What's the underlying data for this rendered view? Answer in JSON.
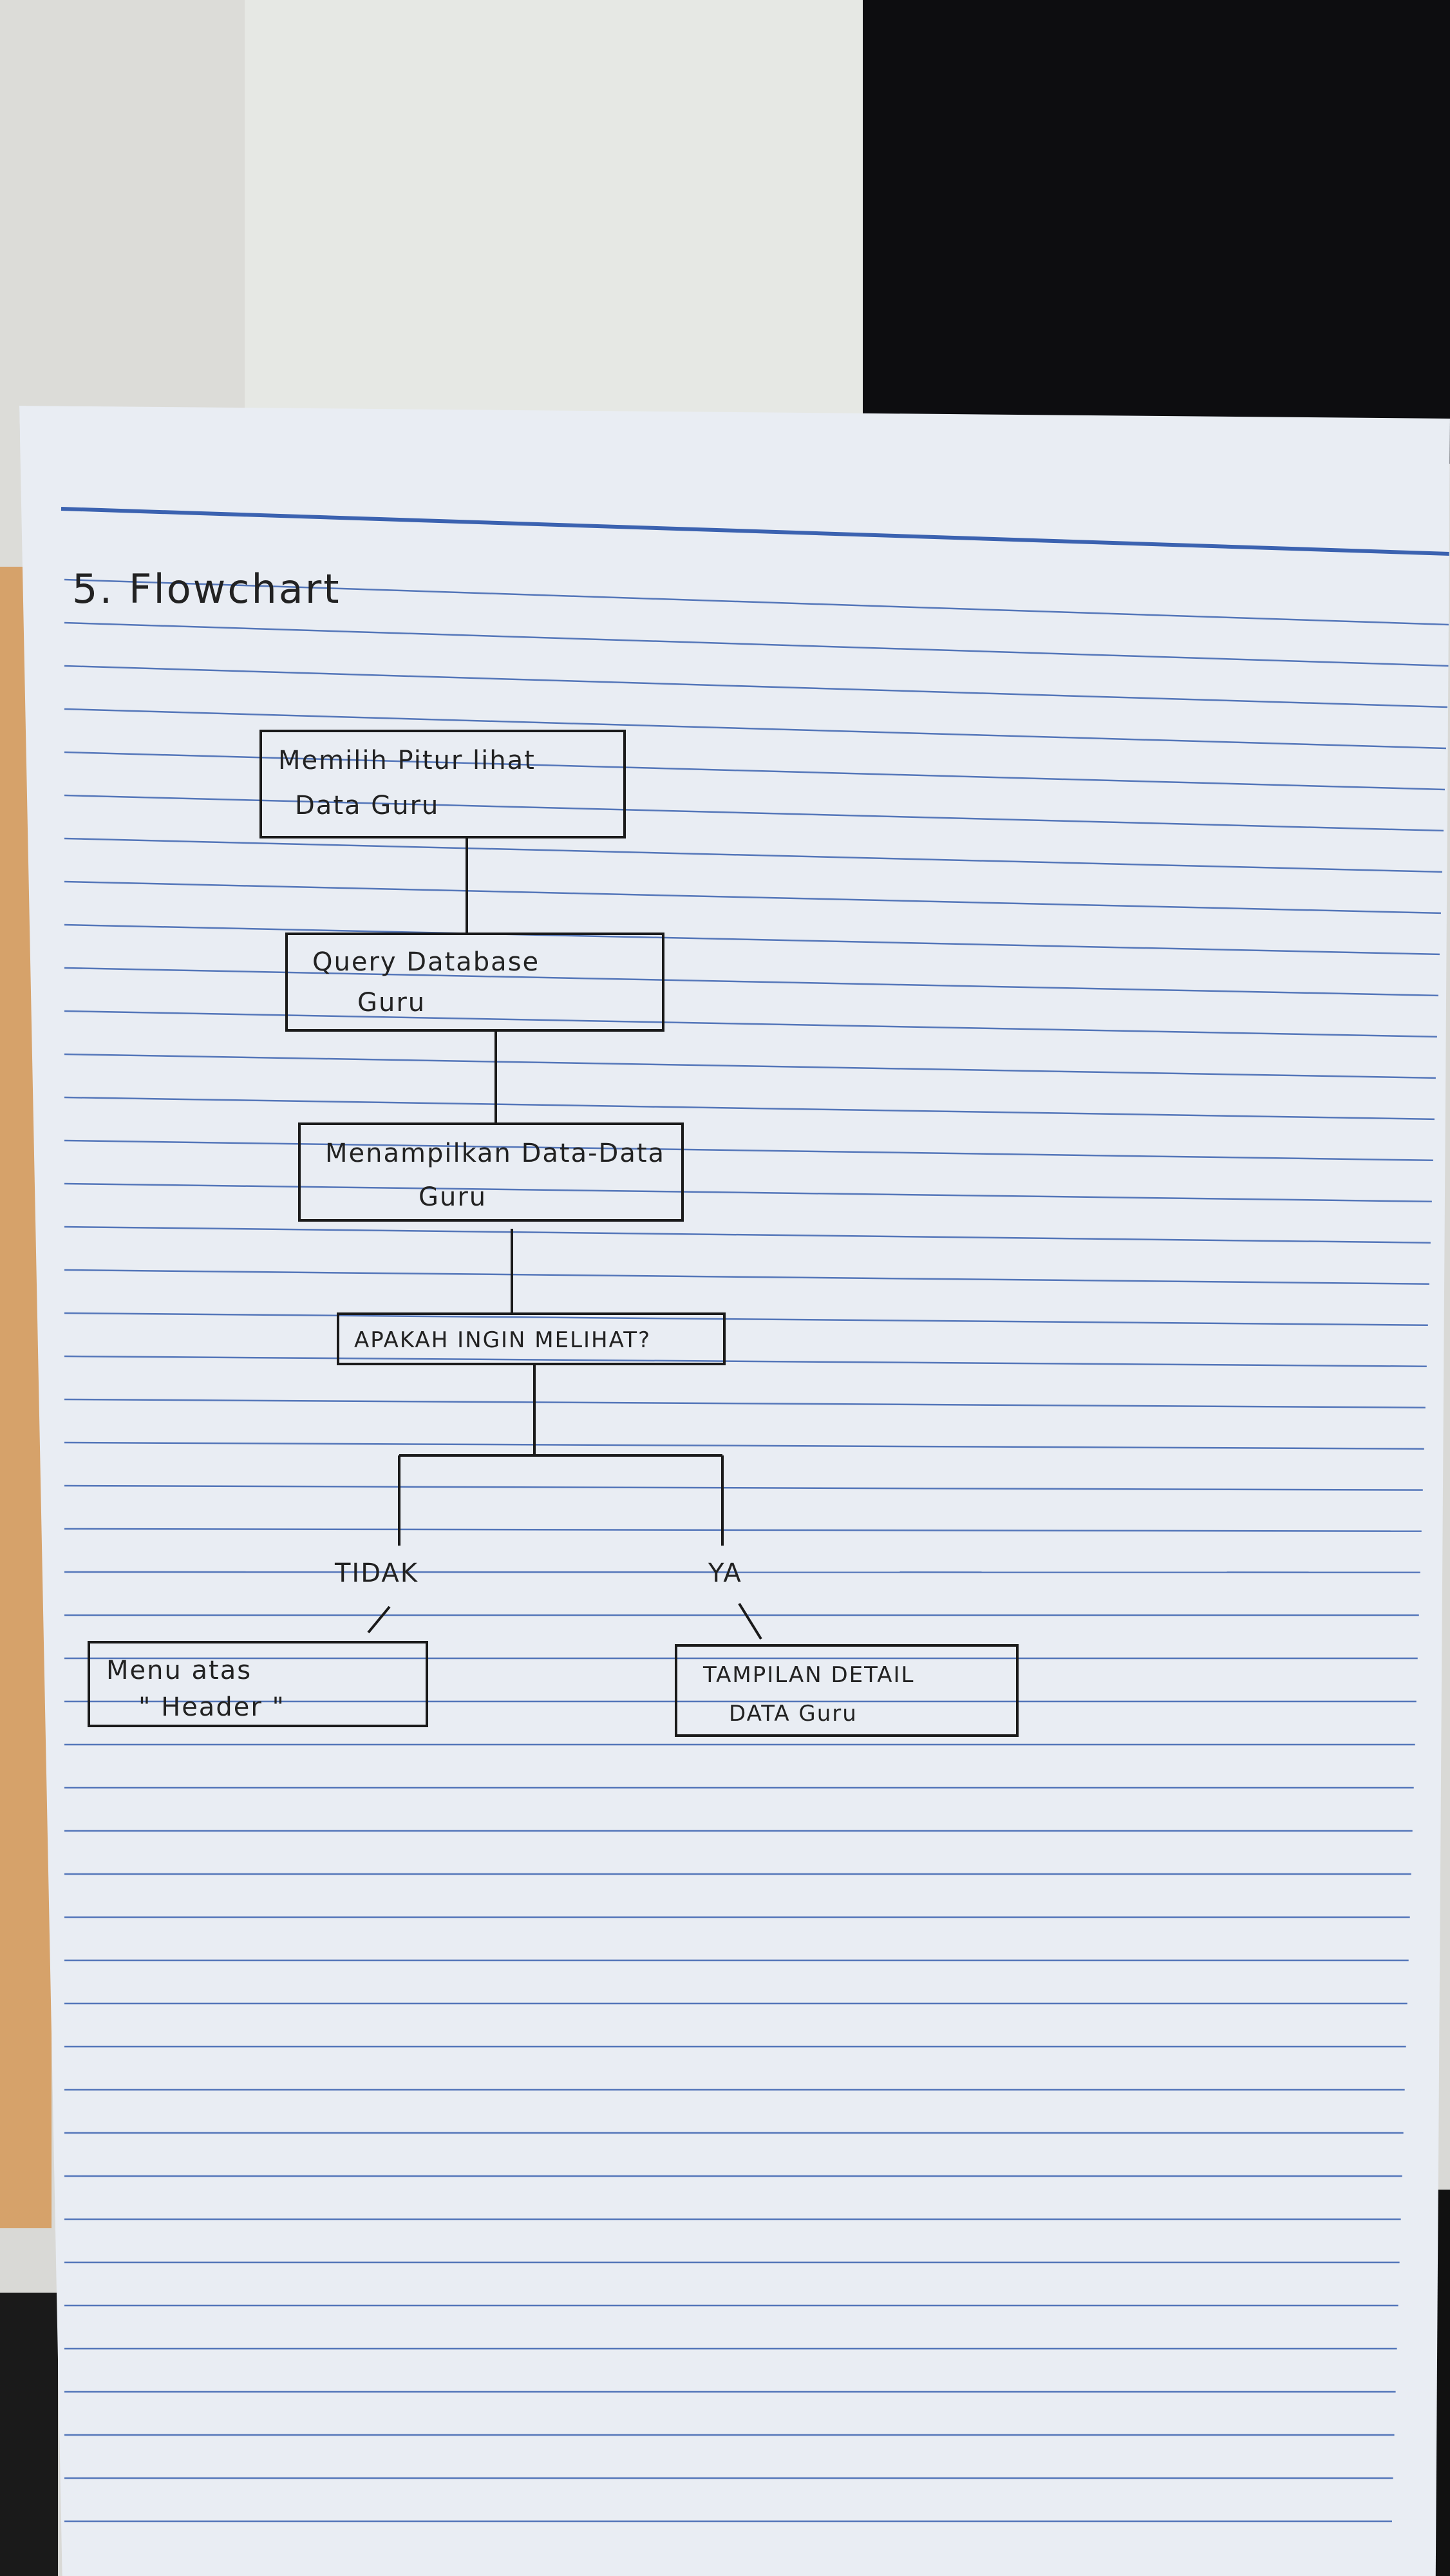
{
  "heading": "5. Flowchart",
  "nodes": {
    "step1": {
      "line1": "Memilih Pitur lihat",
      "line2": "Data  Guru"
    },
    "step2": {
      "line1": "Query Database",
      "line2": "Guru"
    },
    "step3": {
      "line1": "Menampilkan Data-Data",
      "line2": "Guru"
    },
    "decision": {
      "text": "APAKAH INGIN MELIHAT?"
    },
    "no_result": {
      "line1": "Menu atas",
      "line2": "\" Header \""
    },
    "yes_result": {
      "line1": "TAMPILAN DETAIL",
      "line2": "DATA  Guru"
    }
  },
  "branches": {
    "no_label": "TIDAK",
    "yes_label": "YA"
  },
  "colors": {
    "paper": "#e9edf3",
    "ruling": "#3b62b0",
    "ink": "#1a1a1a"
  }
}
